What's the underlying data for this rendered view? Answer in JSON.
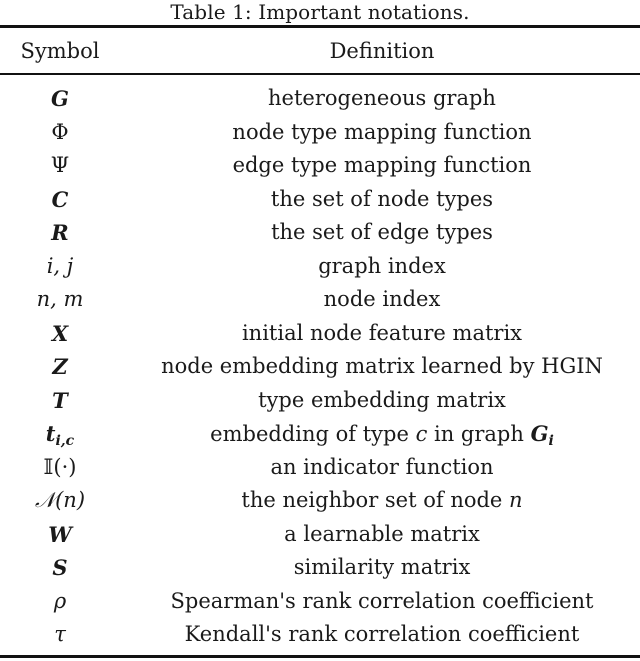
{
  "caption": "Table 1: Important notations.",
  "table": {
    "headers": [
      "Symbol",
      "Definition"
    ],
    "rows": [
      {
        "symbol": "G",
        "symbol_style": "bold-italic",
        "definition": "heterogeneous graph"
      },
      {
        "symbol": "Φ",
        "symbol_style": "upright",
        "definition": "node type mapping function"
      },
      {
        "symbol": "Ψ",
        "symbol_style": "upright",
        "definition": "edge type mapping function"
      },
      {
        "symbol": "C",
        "symbol_style": "bold-italic",
        "definition": "the set of node types"
      },
      {
        "symbol": "R",
        "symbol_style": "bold-italic",
        "definition": "the set of edge types"
      },
      {
        "symbol": "i, j",
        "symbol_style": "italic",
        "definition": "graph index"
      },
      {
        "symbol": "n, m",
        "symbol_style": "italic",
        "definition": "node index"
      },
      {
        "symbol": "X",
        "symbol_style": "bold-italic",
        "definition": "initial node feature matrix"
      },
      {
        "symbol": "Z",
        "symbol_style": "bold-italic",
        "definition": "node embedding matrix learned by HGIN"
      },
      {
        "symbol": "T",
        "symbol_style": "bold-italic",
        "definition": "type embedding matrix"
      },
      {
        "symbol": "t",
        "symbol_sub": "i,c",
        "symbol_style": "bold-italic",
        "definition": "embedding of type ",
        "definition_var": "c",
        "definition_mid": " in graph ",
        "definition_sym": "G",
        "definition_sym_sub": "i"
      },
      {
        "symbol": "𝕀(·)",
        "symbol_style": "upright",
        "definition": "an indicator function"
      },
      {
        "symbol": "𝒩(n)",
        "symbol_style": "calligraphic",
        "definition": "the neighbor set of node ",
        "definition_var": "n"
      },
      {
        "symbol": "W",
        "symbol_style": "bold-italic",
        "definition": "a learnable matrix"
      },
      {
        "symbol": "S",
        "symbol_style": "bold-italic",
        "definition": "similarity matrix"
      },
      {
        "symbol": "ρ",
        "symbol_style": "italic",
        "definition": "Spearman's rank correlation coefficient"
      },
      {
        "symbol": "τ",
        "symbol_style": "italic",
        "definition": "Kendall's rank correlation coefficient"
      }
    ]
  }
}
